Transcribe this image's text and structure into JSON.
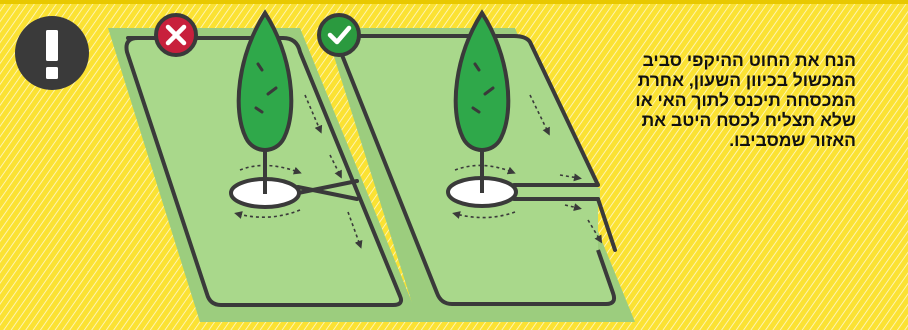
{
  "info": {
    "caption": "הנח את החוט ההיקפי סביב המכשול בכיוון השעון, אחרת המכסחה תיכנס לתוך האי או שלא תצליח לכסח היטב את האזור שמסביבו.",
    "warning_icon": "exclamation-icon"
  },
  "panels": [
    {
      "id": "wrong",
      "status": "incorrect",
      "icon": "x-icon",
      "badge_color": "#c8203c"
    },
    {
      "id": "right",
      "status": "correct",
      "icon": "check-icon",
      "badge_color": "#2b9a3f"
    }
  ],
  "colors": {
    "background_yellow": "#fbe233",
    "top_stripe": "#e8c800",
    "lawn_border": "#9ccd7e",
    "lawn_inner": "#a9d88b",
    "wire": "#3a3a3a",
    "tree": "#2fa84a",
    "island": "#ffffff",
    "warning_circle": "#3a3a3a"
  }
}
